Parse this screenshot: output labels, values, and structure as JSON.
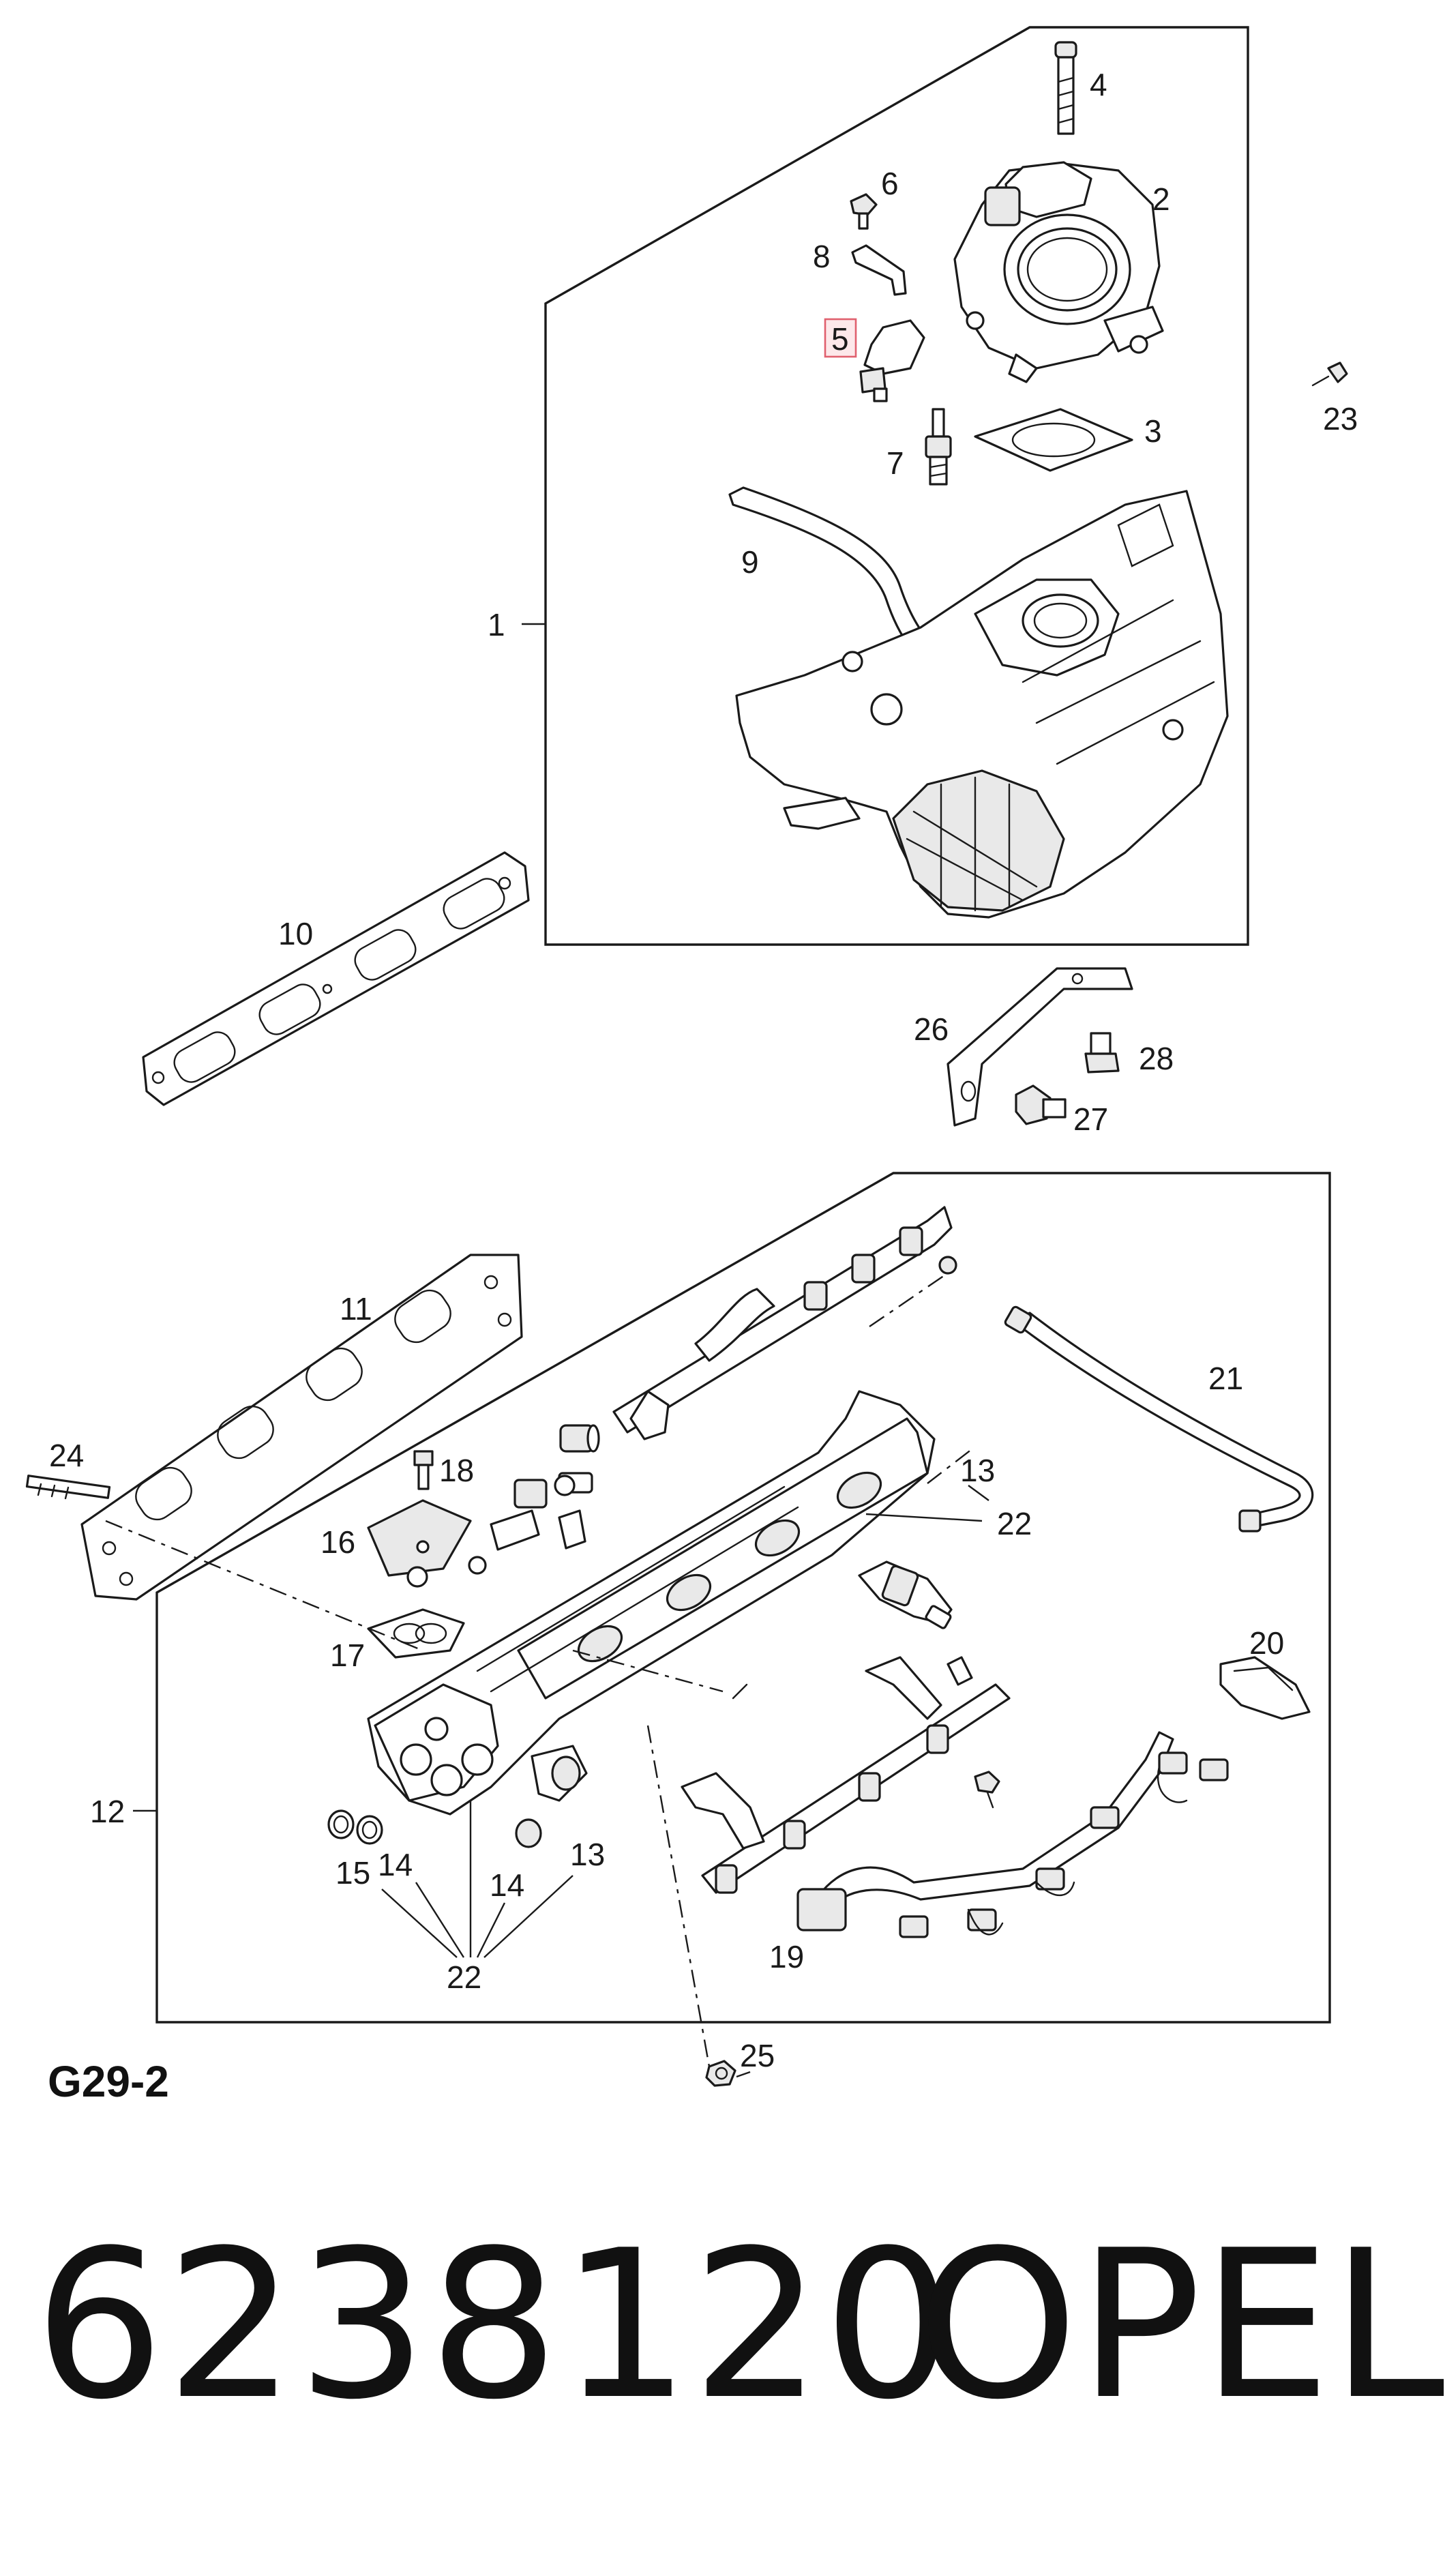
{
  "diagram": {
    "code": "G29-2",
    "highlighted_callout": "5",
    "highlight_color": "#e0606e",
    "callouts": {
      "c1": "1",
      "c2": "2",
      "c3": "3",
      "c4": "4",
      "c5": "5",
      "c6": "6",
      "c7": "7",
      "c8": "8",
      "c9": "9",
      "c10": "10",
      "c11": "11",
      "c12": "12",
      "c13a": "13",
      "c13b": "13",
      "c14a": "14",
      "c14b": "14",
      "c15": "15",
      "c16": "16",
      "c17": "17",
      "c18": "18",
      "c19": "19",
      "c20": "20",
      "c21": "21",
      "c22a": "22",
      "c22b": "22",
      "c23": "23",
      "c24": "24",
      "c25": "25",
      "c26": "26",
      "c27": "27",
      "c28": "28"
    }
  },
  "footer": {
    "part_number": "6238120",
    "brand": "OPEL"
  }
}
